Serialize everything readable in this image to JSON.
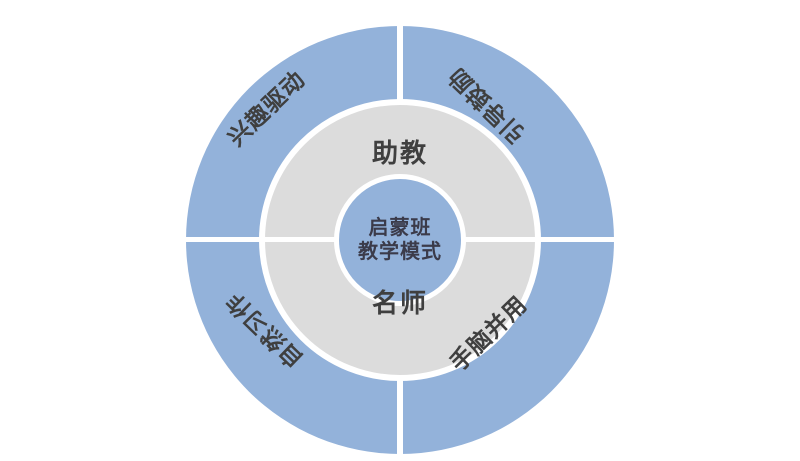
{
  "diagram": {
    "title": "启蒙班教学模式",
    "type": "concentric-radial",
    "colors": {
      "outer_ring": "#93b2da",
      "middle_ring": "#dcdcdc",
      "center_circle": "#93b2da",
      "divider": "#ffffff",
      "text": "#3f3f3f",
      "center_text": "#3b3b4a",
      "background": "#ffffff"
    },
    "center": {
      "line1": "启蒙班",
      "line2": "教学模式"
    },
    "middle_ring_labels": [
      {
        "id": "assistant",
        "text": "助教",
        "position": "top"
      },
      {
        "id": "teacher",
        "text": "名师",
        "position": "bottom"
      }
    ],
    "outer_ring_labels": [
      {
        "id": "interest",
        "text": "兴趣驱动",
        "position": "top-left"
      },
      {
        "id": "guide",
        "text": "引导鼓励",
        "position": "top-right"
      },
      {
        "id": "natural",
        "text": "自然习作",
        "position": "bottom-left"
      },
      {
        "id": "hands-mind",
        "text": "手脑并用",
        "position": "bottom-right"
      }
    ]
  }
}
